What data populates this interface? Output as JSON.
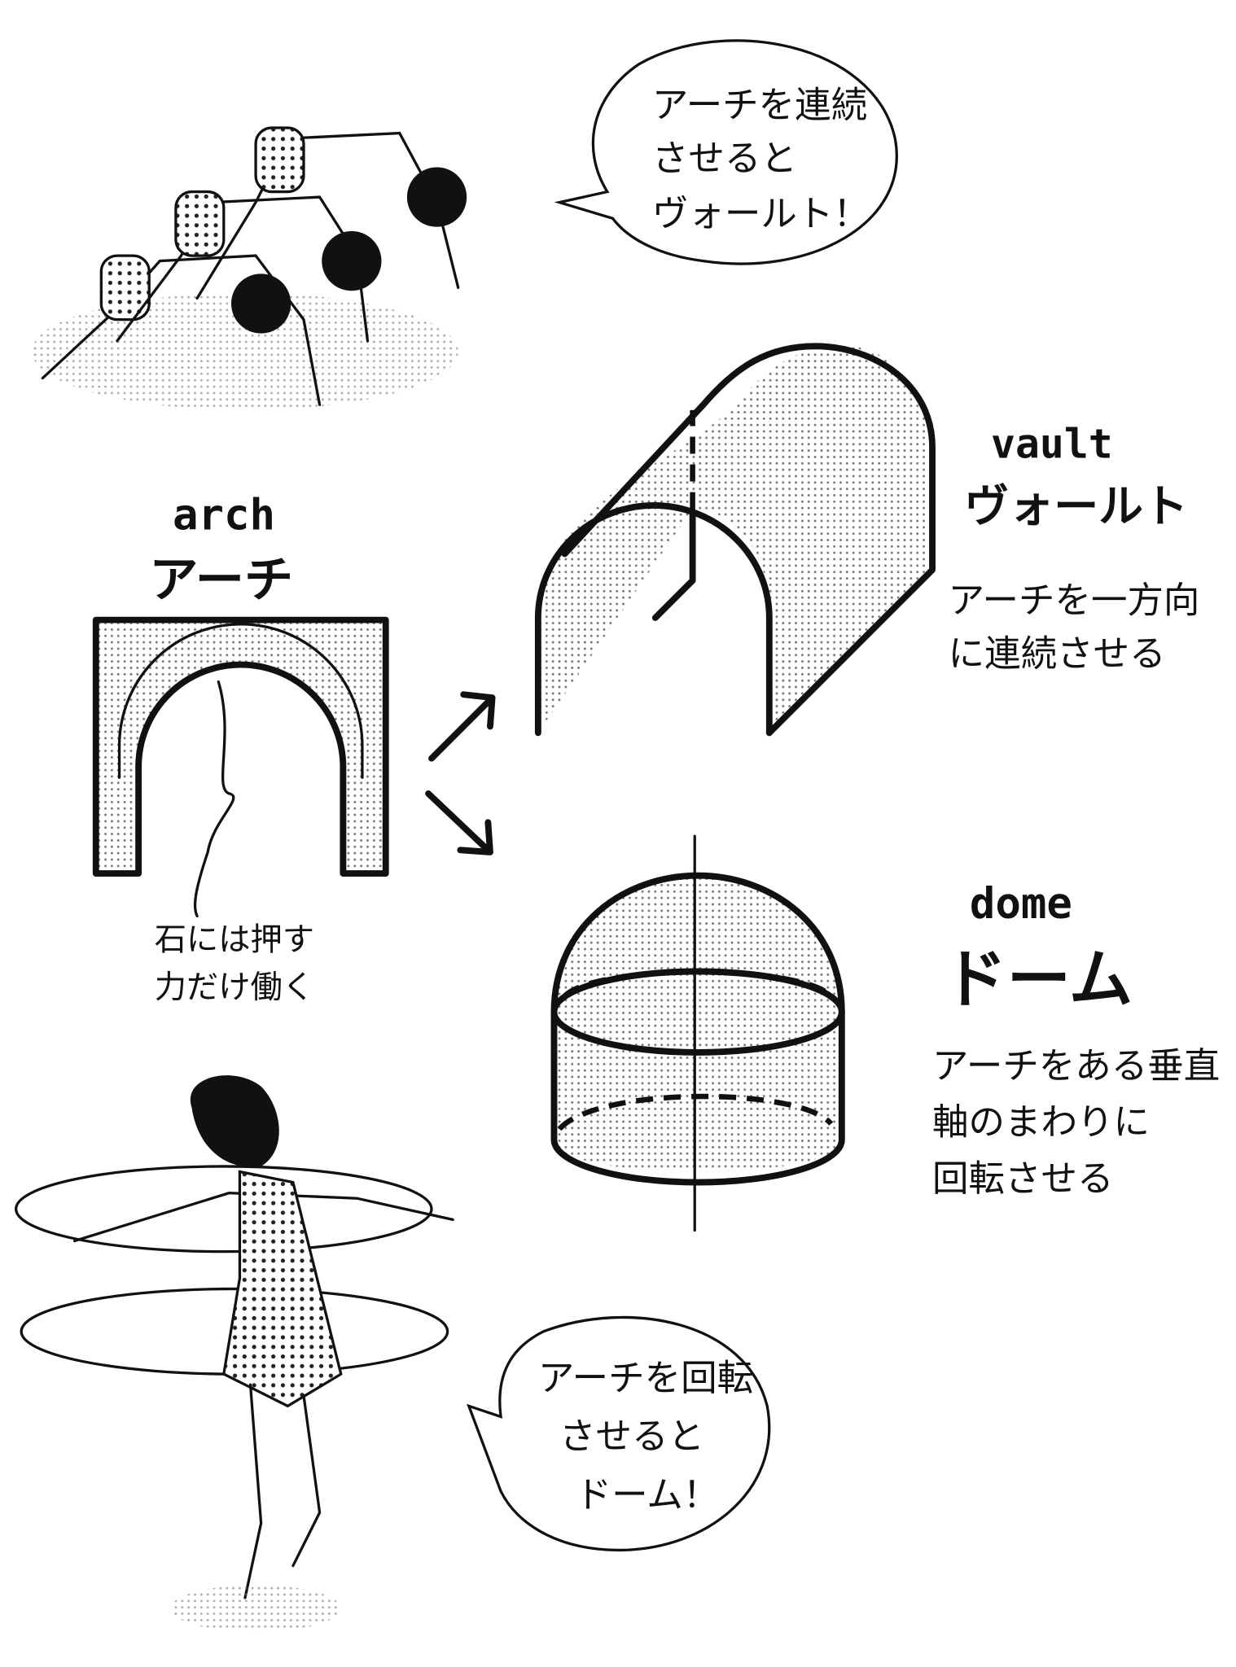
{
  "bubble_top": {
    "lines": [
      "アーチを連続",
      "させると",
      "ヴォールト！"
    ]
  },
  "arch": {
    "label_en": "arch",
    "label_ja": "アーチ",
    "note": [
      "石には押す",
      "力だけ働く"
    ]
  },
  "vault": {
    "label_en": "vault",
    "label_ja": "ヴォールト",
    "desc": [
      "アーチを一方向",
      "に連続させる"
    ]
  },
  "dome": {
    "label_en": "dome",
    "label_ja": "ドーム",
    "desc": [
      "アーチをある垂直",
      "軸のまわりに",
      "回転させる"
    ]
  },
  "bubble_bottom": {
    "lines": [
      "アーチを回転",
      "させると",
      "ドーム！"
    ]
  },
  "colors": {
    "ink": "#111111",
    "tone": "#d9d9d9",
    "paper": "#ffffff"
  }
}
